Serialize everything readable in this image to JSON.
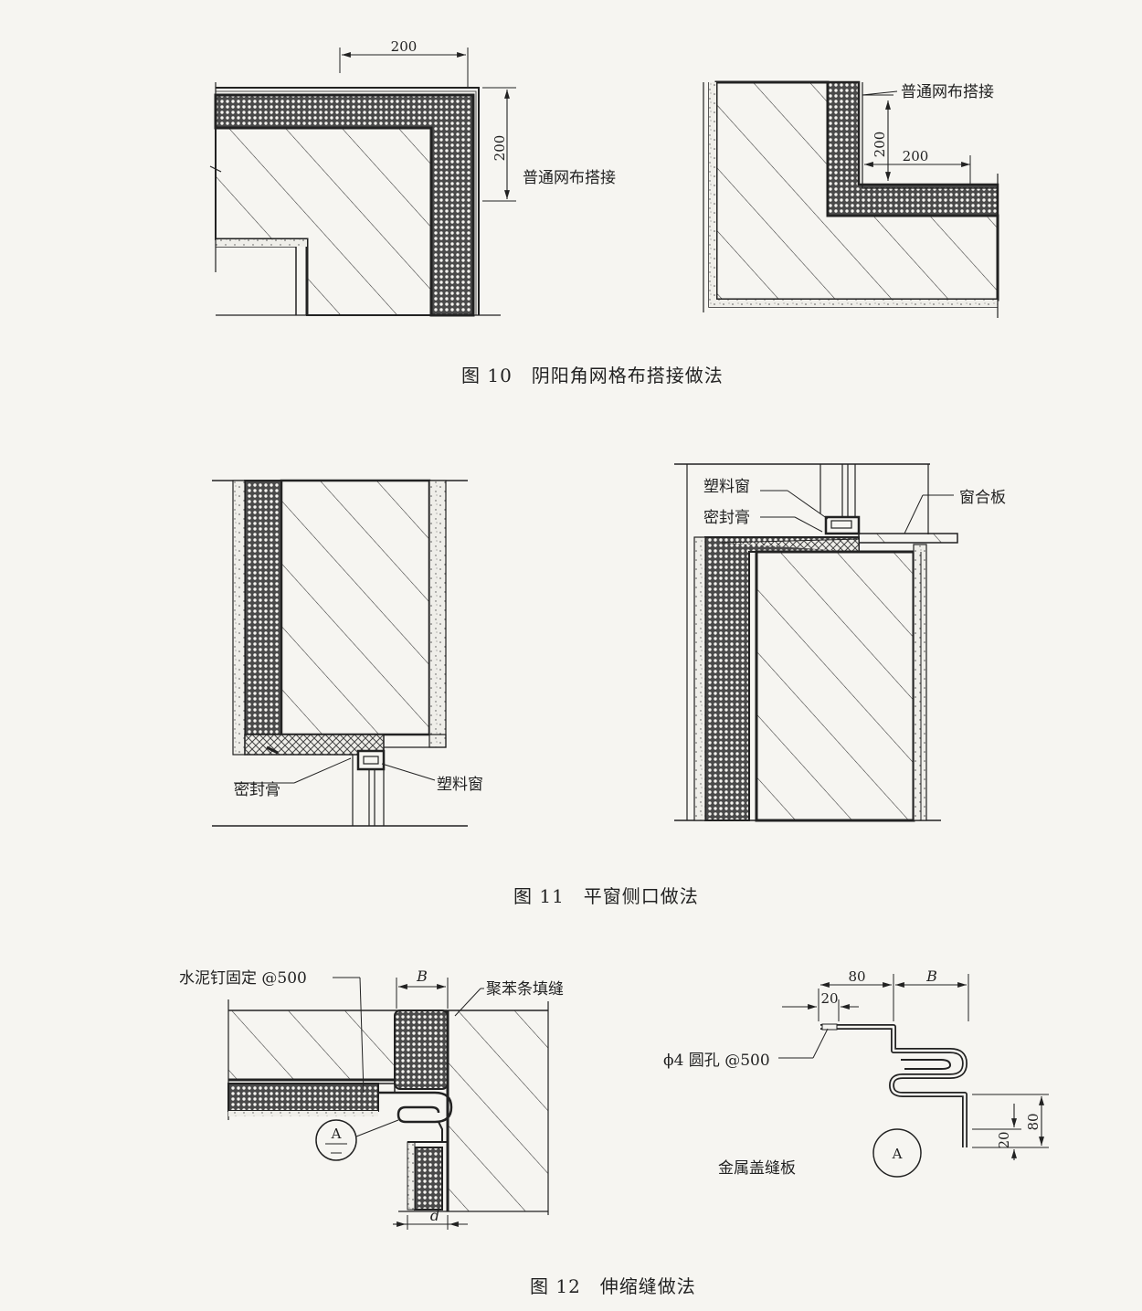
{
  "figure10": {
    "caption": "图 10　阴阳角网格布搭接做法",
    "left": {
      "dim_top": "200",
      "dim_side": "200",
      "label": "普通网布搭接"
    },
    "right": {
      "label": "普通网布搭接",
      "dim_vertical": "200",
      "dim_horizontal": "200"
    }
  },
  "figure11": {
    "caption": "图 11　平窗侧口做法",
    "left": {
      "label_sealant": "密封膏",
      "label_window": "塑料窗"
    },
    "right": {
      "label_window": "塑料窗",
      "label_sealant": "密封膏",
      "label_sill": "窗合板"
    }
  },
  "figure12": {
    "caption": "图 12　伸缩缝做法",
    "left": {
      "label_nail": "水泥钉固定 @500",
      "dim_b": "B",
      "label_filler": "聚苯条填缝",
      "label_detail": "A",
      "dim_d": "d"
    },
    "right": {
      "dim_80_top": "80",
      "dim_b": "B",
      "dim_20_top": "20",
      "label_hole": "ϕ4 圆孔 @500",
      "dim_20_side": "20",
      "dim_80_side": "80",
      "label_detail": "A",
      "label_plate": "金属盖缝板"
    }
  },
  "colors": {
    "ink": "#222222",
    "paper": "#f6f5f1",
    "insulation": "#555555"
  }
}
